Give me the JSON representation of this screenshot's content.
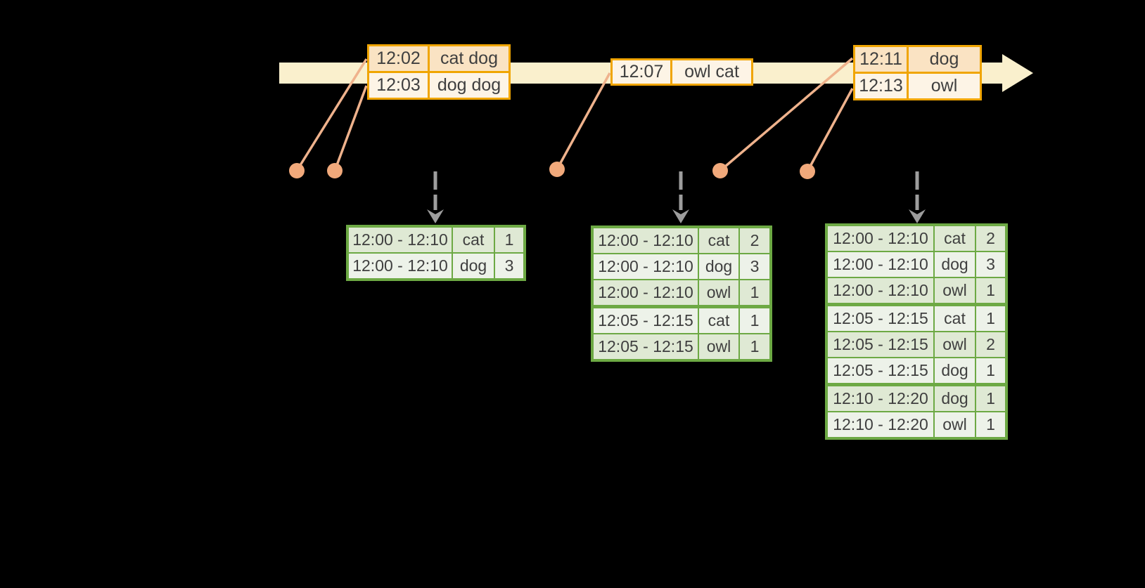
{
  "colors": {
    "background": "#000000",
    "timeline_fill": "#FAF0CD",
    "event_table_border": "#F0A502",
    "event_row_dark": "#FAE3C3",
    "event_row_light": "#FDF4E6",
    "leader_line": "#EFB28C",
    "event_dot": "#F1A97B",
    "trigger_arrow": "#9D9D9D",
    "result_table_border": "#6DA944",
    "result_row_dark": "#DFE9D4",
    "result_row_light": "#EDF2E9",
    "text": "#3F3F3F"
  },
  "event_tables": [
    {
      "rows": [
        {
          "time": "12:02",
          "words": "cat dog"
        },
        {
          "time": "12:03",
          "words": "dog dog"
        }
      ]
    },
    {
      "rows": [
        {
          "time": "12:07",
          "words": "owl cat"
        }
      ]
    },
    {
      "rows": [
        {
          "time": "12:11",
          "words": "dog"
        },
        {
          "time": "12:13",
          "words": "owl"
        }
      ]
    }
  ],
  "result_tables": [
    {
      "rows": [
        {
          "window": "12:00 - 12:10",
          "word": "cat",
          "count": "1"
        },
        {
          "window": "12:00 - 12:10",
          "word": "dog",
          "count": "3"
        }
      ]
    },
    {
      "rows": [
        {
          "window": "12:00 - 12:10",
          "word": "cat",
          "count": "2"
        },
        {
          "window": "12:00 - 12:10",
          "word": "dog",
          "count": "3"
        },
        {
          "window": "12:00 - 12:10",
          "word": "owl",
          "count": "1"
        },
        {
          "window": "12:05 - 12:15",
          "word": "cat",
          "count": "1"
        },
        {
          "window": "12:05 - 12:15",
          "word": "owl",
          "count": "1"
        }
      ]
    },
    {
      "rows": [
        {
          "window": "12:00 - 12:10",
          "word": "cat",
          "count": "2"
        },
        {
          "window": "12:00 - 12:10",
          "word": "dog",
          "count": "3"
        },
        {
          "window": "12:00 - 12:10",
          "word": "owl",
          "count": "1"
        },
        {
          "window": "12:05 - 12:15",
          "word": "cat",
          "count": "1"
        },
        {
          "window": "12:05 - 12:15",
          "word": "owl",
          "count": "2"
        },
        {
          "window": "12:05 - 12:15",
          "word": "dog",
          "count": "1"
        },
        {
          "window": "12:10 - 12:20",
          "word": "dog",
          "count": "1"
        },
        {
          "window": "12:10 - 12:20",
          "word": "owl",
          "count": "1"
        }
      ]
    }
  ]
}
